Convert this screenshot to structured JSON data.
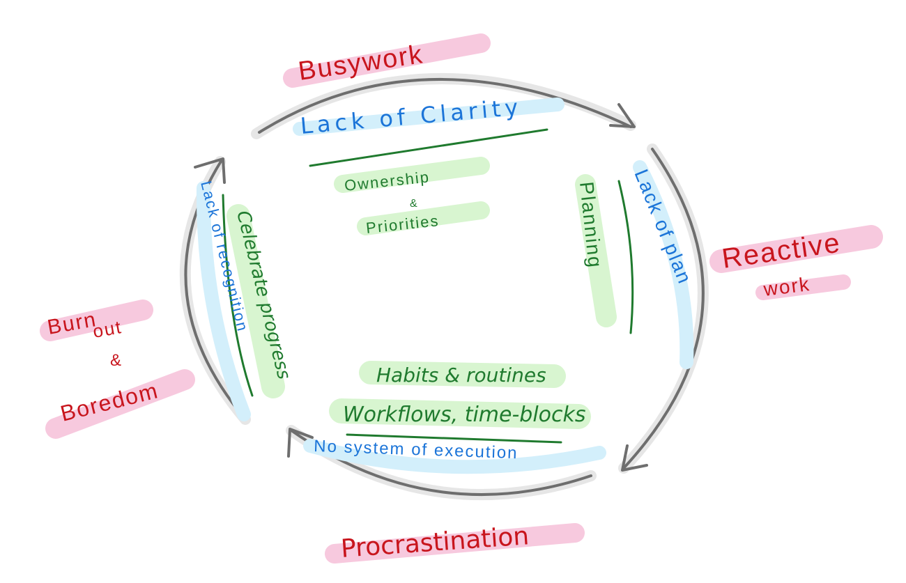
{
  "colors": {
    "outcome_red": "#c8151d",
    "outcome_highlight": "#f7c9de",
    "problem_blue": "#1b74d8",
    "problem_highlight": "#d3effb",
    "solution_green": "#1f7a2e",
    "solution_highlight": "#d8f5d0",
    "arrow_gray": "#6e6e6e"
  },
  "outcomes": {
    "top": "Busywork",
    "right_line1": "Reactive",
    "right_line2": "work",
    "bottom": "Procrastination",
    "left_line1": "Burn",
    "left_line2": "out",
    "left_line3": "&",
    "left_line4": "Boredom"
  },
  "problems": {
    "top": "Lack of Clarity",
    "right": "Lack of plan",
    "bottom": "No system of execution",
    "left": "Lack of recognition"
  },
  "solutions": {
    "top_line1": "Ownership",
    "top_line2": "&",
    "top_line3": "Priorities",
    "right": "Planning",
    "bottom_line1": "Habits & routines",
    "bottom_line2": "Workflows, time-blocks",
    "left": "Celebrate progress"
  }
}
